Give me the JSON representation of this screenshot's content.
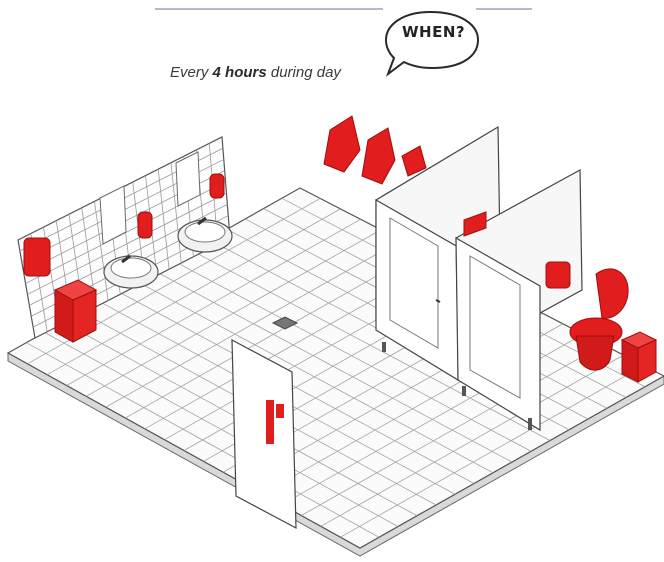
{
  "bubble": {
    "text": "WHEN?"
  },
  "caption": {
    "prefix": "Every",
    "emphasis": "4 hours",
    "suffix": "during day"
  },
  "colors": {
    "accent_red": "#e21d1d",
    "dark_red": "#b50f0f",
    "grid_line": "#9a9a9a",
    "outline": "#4a4a4a",
    "header_rule": "#9aa0c8"
  }
}
